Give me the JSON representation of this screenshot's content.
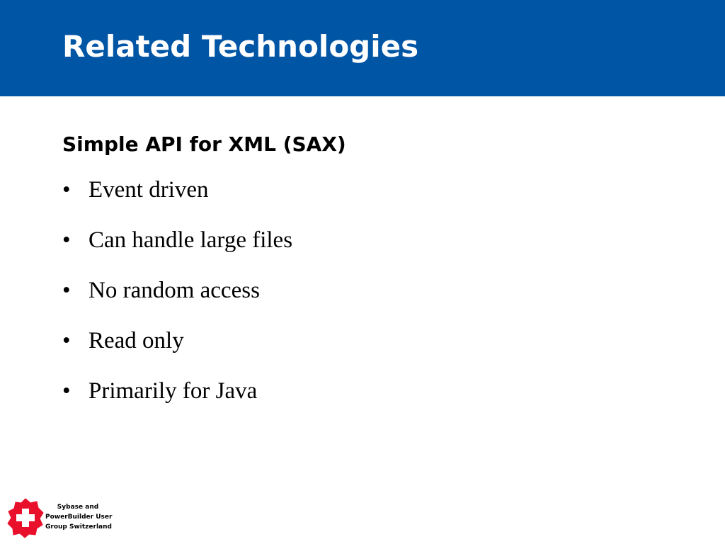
{
  "header": {
    "title": "Related Technologies",
    "background_color": "#0055A5"
  },
  "content": {
    "subtitle": "Simple API for XML (SAX)",
    "bullet_symbol": "•",
    "bullets": [
      "Event driven",
      "Can handle large files",
      "No random access",
      "Read only",
      "Primarily for Java"
    ]
  },
  "footer": {
    "logo_icon": "swiss-cross-icon",
    "logo_color": "#E8102A",
    "org_lines": [
      "Sybase and",
      "PowerBuilder User",
      "Group Switzerland"
    ]
  }
}
